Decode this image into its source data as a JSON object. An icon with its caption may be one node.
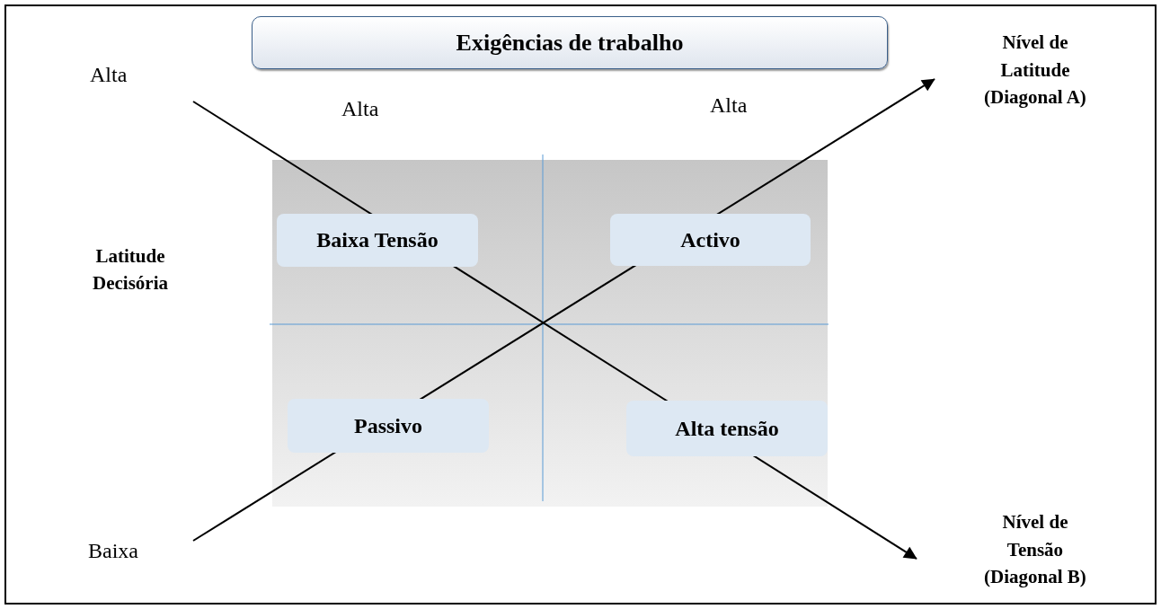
{
  "diagram": {
    "nodes": [
      {
        "text": [
          "Exigências de trabalho"
        ]
      },
      {
        "text": [],
        "shape": "box"
      },
      {
        "text": [
          "Baixa Tensão"
        ],
        "in": 1
      },
      {
        "text": [
          "Activo"
        ],
        "in": 1
      },
      {
        "text": [
          "Passivo"
        ],
        "in": 1
      },
      {
        "text": [
          "Alta tensão"
        ],
        "in": 1
      },
      {
        "text": [
          "Nível de Latitude (Diagonal A)"
        ]
      },
      {
        "text": [
          "Nível de Tensão (Diagonal B)"
        ]
      }
    ],
    "edges": [
      {
        "from": null,
        "to": 6,
        "arrow": "to"
      },
      {
        "from": null,
        "to": 7,
        "arrow": "to"
      }
    ],
    "labels": [
      "Alta",
      "Alta",
      "Alta",
      "Latitude Decisória",
      "Baixa"
    ]
  }
}
